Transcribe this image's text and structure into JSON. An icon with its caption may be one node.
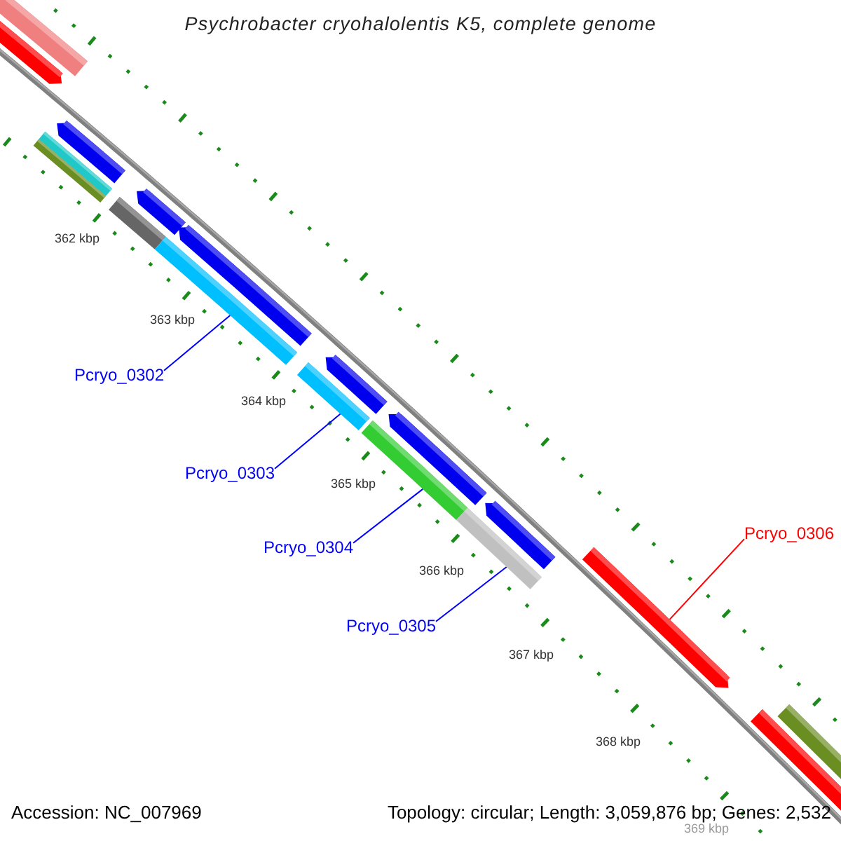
{
  "diagram": {
    "title": "Psychrobacter cryohalolentis K5, complete genome",
    "nodes": [
      {
        "text": [
          "Pcryo_0302"
        ]
      },
      {
        "text": [
          "Pcryo_0303"
        ]
      },
      {
        "text": [
          "Pcryo_0304"
        ]
      },
      {
        "text": [
          "Pcryo_0305"
        ]
      },
      {
        "text": [
          "Pcryo_0306"
        ]
      },
      {
        "text": [],
        "shape": "bar"
      },
      {
        "text": [],
        "shape": "bar"
      },
      {
        "text": [],
        "shape": "bar"
      },
      {
        "text": [],
        "shape": "bar"
      },
      {
        "text": [],
        "shape": "bar"
      }
    ],
    "edges": [
      {
        "from": 0,
        "to": 5,
        "arrow": "none"
      },
      {
        "from": 1,
        "to": 6,
        "arrow": "none"
      },
      {
        "from": 2,
        "to": 7,
        "arrow": "none"
      },
      {
        "from": 3,
        "to": 8,
        "arrow": "none"
      },
      {
        "from": 4,
        "to": 9,
        "arrow": "none",
        "color": "#ff0000"
      }
    ],
    "labels": [
      "362 kbp",
      "363 kbp",
      "364 kbp",
      "365 kbp",
      "366 kbp",
      "367 kbp",
      "368 kbp",
      "369 kbp",
      "Accession: NC_007969",
      "Topology: circular; Length: 3,059,876 bp; Genes: 2,532"
    ]
  }
}
